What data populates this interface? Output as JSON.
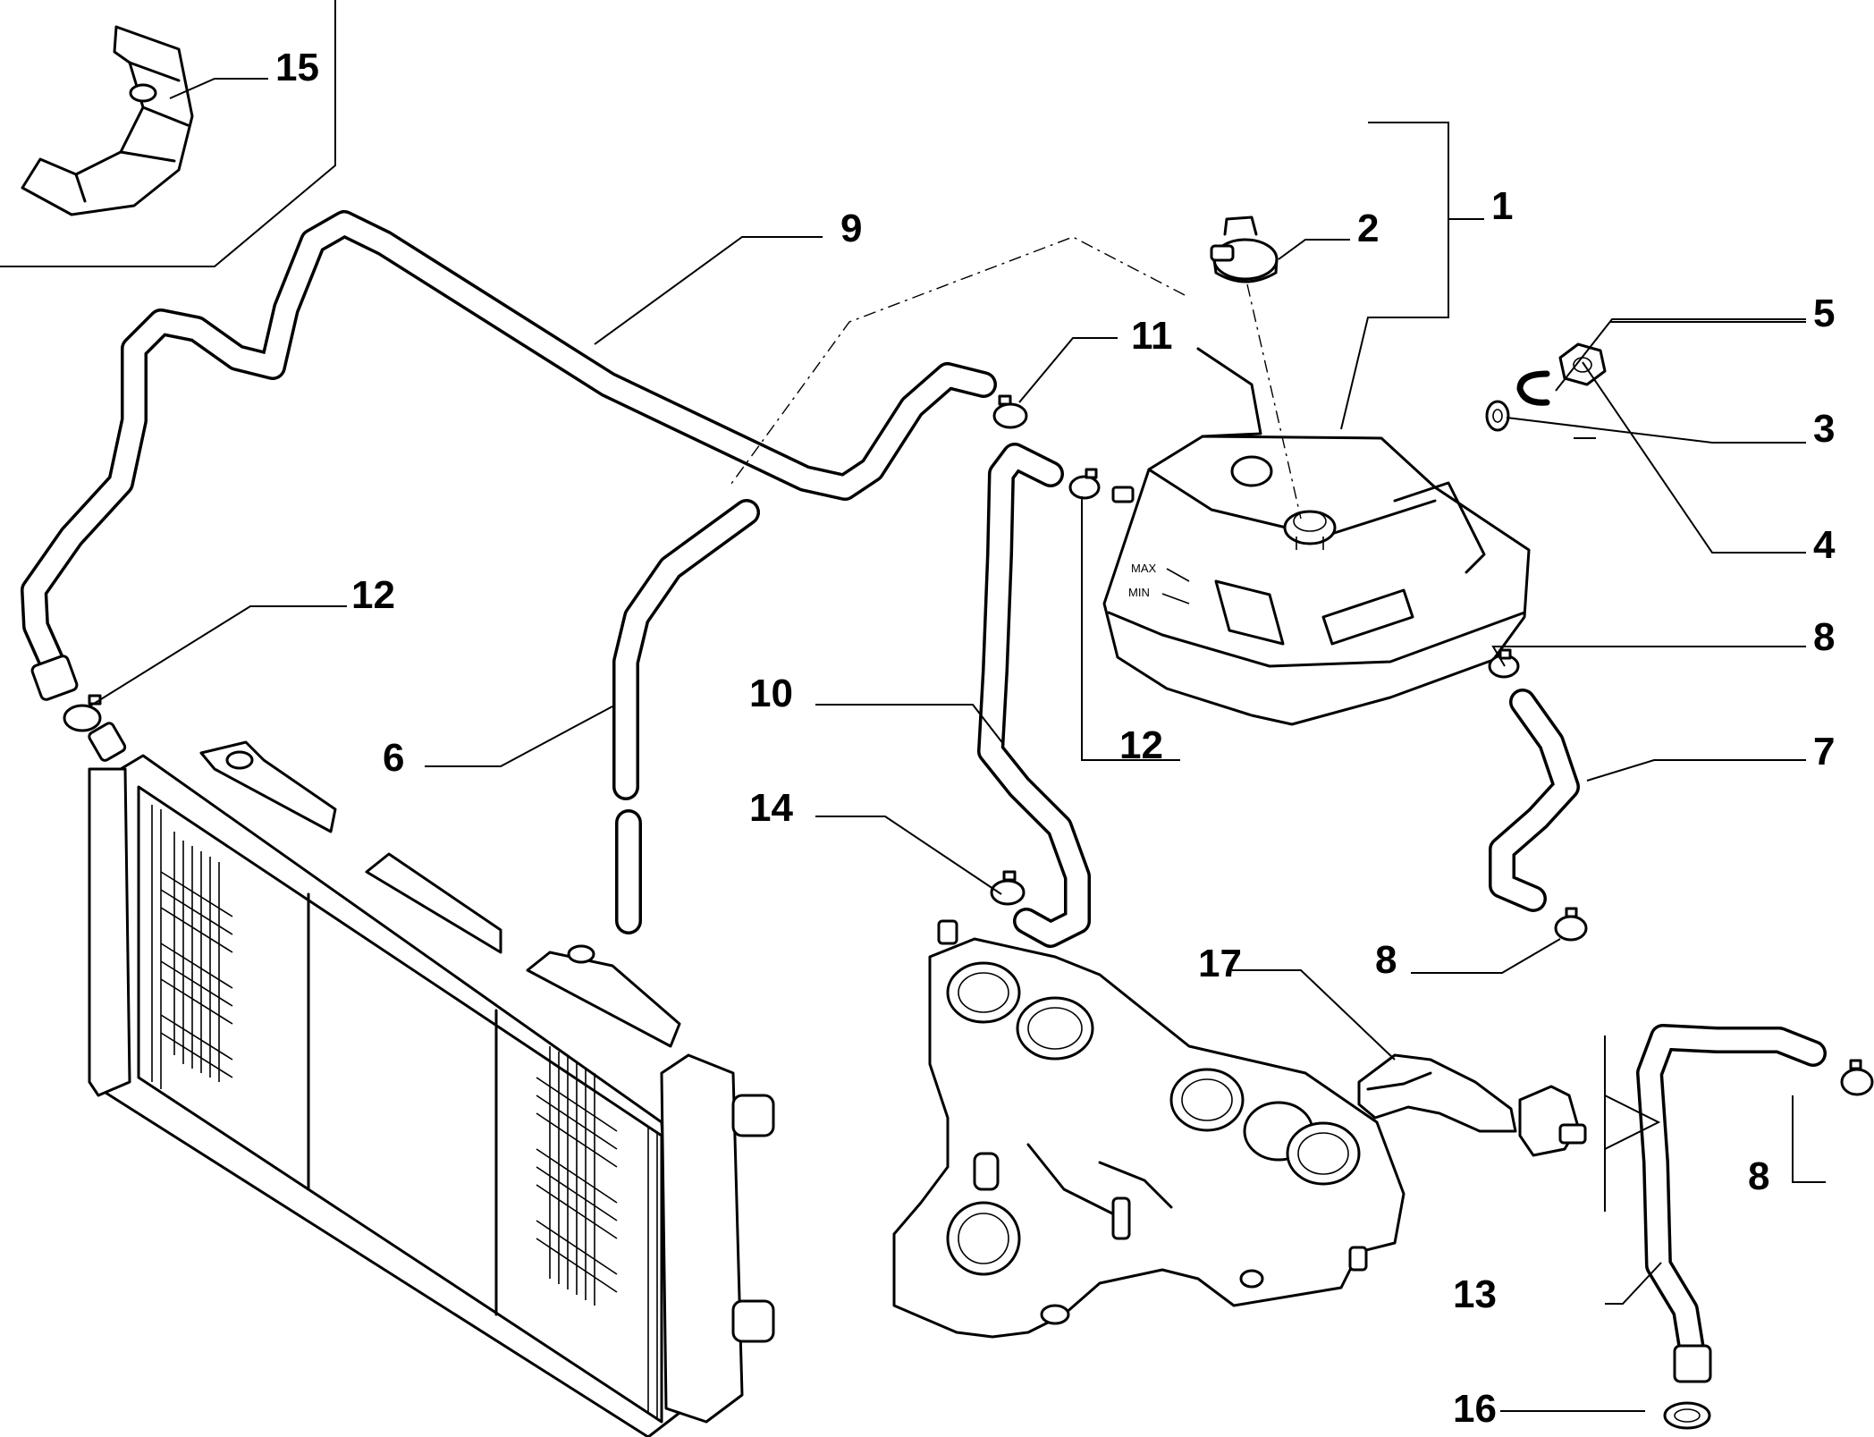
{
  "diagram": {
    "callouts": [
      {
        "id": "c1",
        "label": "1"
      },
      {
        "id": "c2",
        "label": "2"
      },
      {
        "id": "c3",
        "label": "3"
      },
      {
        "id": "c4",
        "label": "4"
      },
      {
        "id": "c5",
        "label": "5"
      },
      {
        "id": "c6",
        "label": "6"
      },
      {
        "id": "c7",
        "label": "7"
      },
      {
        "id": "c8a",
        "label": "8"
      },
      {
        "id": "c8b",
        "label": "8"
      },
      {
        "id": "c8c",
        "label": "8"
      },
      {
        "id": "c9",
        "label": "9"
      },
      {
        "id": "c10",
        "label": "10"
      },
      {
        "id": "c11",
        "label": "11"
      },
      {
        "id": "c12a",
        "label": "12"
      },
      {
        "id": "c12b",
        "label": "12"
      },
      {
        "id": "c13",
        "label": "13"
      },
      {
        "id": "c14",
        "label": "14"
      },
      {
        "id": "c15",
        "label": "15"
      },
      {
        "id": "c16",
        "label": "16"
      },
      {
        "id": "c17",
        "label": "17"
      }
    ],
    "tank_marks": {
      "max": "MAX",
      "min": "MIN"
    }
  }
}
